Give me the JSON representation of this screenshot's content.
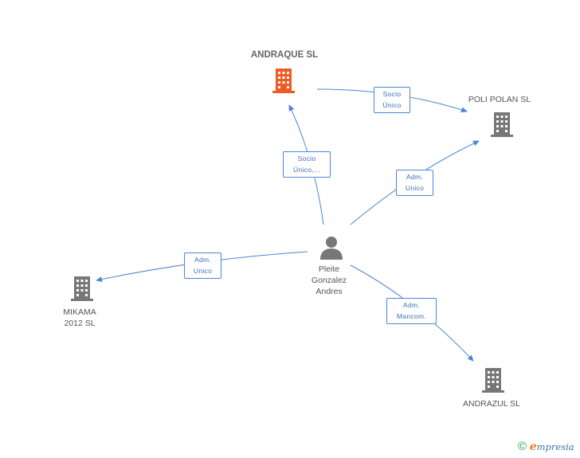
{
  "nodes": {
    "andraque": {
      "label": "ANDRAQUE SL",
      "kind": "company",
      "highlight": true
    },
    "poli_polan": {
      "label": "POLI POLAN  SL",
      "kind": "company"
    },
    "mikama": {
      "line1": "MIKAMA",
      "line2": "2012 SL",
      "kind": "company"
    },
    "andrazul": {
      "label": "ANDRAZUL SL",
      "kind": "company"
    },
    "person": {
      "line1": "Pleite",
      "line2": "Gonzalez",
      "line3": "Andres",
      "kind": "person"
    }
  },
  "edges": {
    "to_poli_socio": {
      "line1": "Socio",
      "line2": "Único"
    },
    "to_andraque": {
      "line1": "Socio",
      "line2": "Único,..."
    },
    "to_poli_adm": {
      "line1": "Adm.",
      "line2": "Unico"
    },
    "to_mikama": {
      "line1": "Adm.",
      "line2": "Unico"
    },
    "to_andrazul": {
      "line1": "Adm.",
      "line2": "Mancom."
    }
  },
  "footer": {
    "copyright": "©",
    "brand_e": "e",
    "brand_rest": "mpresia"
  },
  "colors": {
    "highlight": "#f05a24",
    "company": "#777777",
    "edge": "#4a86d6"
  }
}
